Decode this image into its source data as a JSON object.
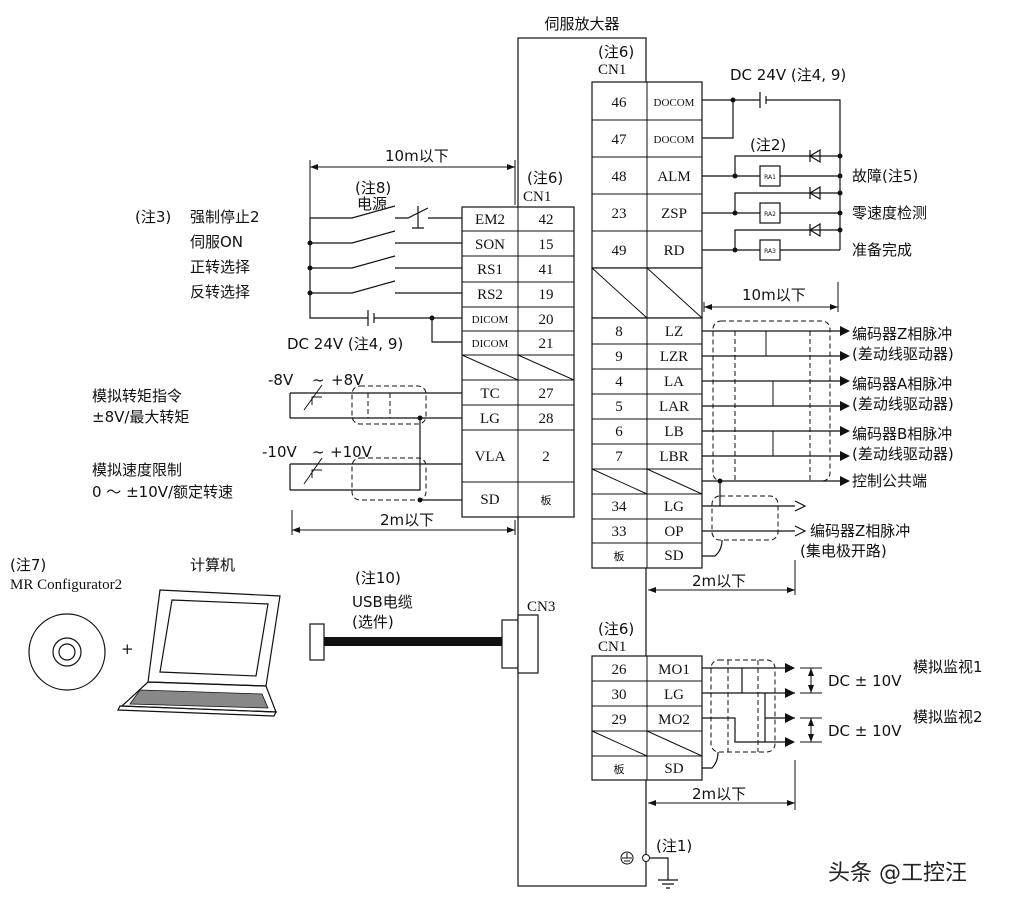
{
  "title": "伺服放大器",
  "cn1_top": {
    "note": "(注6)",
    "label": "CN1",
    "power": "DC 24V (注4, 9)",
    "rows": [
      {
        "pin": "46",
        "signal": "DOCOM"
      },
      {
        "pin": "47",
        "signal": "DOCOM"
      },
      {
        "pin": "48",
        "signal": "ALM"
      },
      {
        "pin": "23",
        "signal": "ZSP"
      },
      {
        "pin": "49",
        "signal": "RD"
      }
    ],
    "relay_note": "(注2)",
    "relays": [
      "RA1",
      "RA2",
      "RA3"
    ],
    "outputs": [
      "故障(注5)",
      "零速度检测",
      "准备完成"
    ],
    "distance": "10m以下"
  },
  "cn1_left": {
    "note": "(注6)",
    "label": "CN1",
    "distance_top": "10m以下",
    "power_note": "(注8)",
    "power_label": "电源",
    "group_note": "(注3)",
    "inputs": [
      "强制停止2",
      "伺服ON",
      "正转选择",
      "反转选择"
    ],
    "dc_label": "DC 24V (注4, 9)",
    "rows": [
      {
        "pin": "42",
        "signal": "EM2"
      },
      {
        "pin": "15",
        "signal": "SON"
      },
      {
        "pin": "41",
        "signal": "RS1"
      },
      {
        "pin": "19",
        "signal": "RS2"
      },
      {
        "pin": "20",
        "signal": "DICOM"
      },
      {
        "pin": "21",
        "signal": "DICOM"
      },
      {
        "pin": "27",
        "signal": "TC"
      },
      {
        "pin": "28",
        "signal": "LG"
      },
      {
        "pin": "2",
        "signal": "VLA"
      },
      {
        "pin": "板",
        "signal": "SD"
      }
    ],
    "analog1_label": [
      "模拟转矩指令",
      "±8V/最大转矩"
    ],
    "analog1_range": [
      "-8V",
      "~",
      "+8V"
    ],
    "analog2_label": [
      "模拟速度限制",
      "0 ～ ±10V/额定转速"
    ],
    "analog2_range": [
      "-10V",
      "~",
      "+10V"
    ],
    "distance_bottom": "2m以下"
  },
  "cn1_encoder": {
    "rows": [
      {
        "pin": "8",
        "signal": "LZ"
      },
      {
        "pin": "9",
        "signal": "LZR"
      },
      {
        "pin": "4",
        "signal": "LA"
      },
      {
        "pin": "5",
        "signal": "LAR"
      },
      {
        "pin": "6",
        "signal": "LB"
      },
      {
        "pin": "7",
        "signal": "LBR"
      },
      {
        "pin": "34",
        "signal": "LG"
      },
      {
        "pin": "33",
        "signal": "OP"
      },
      {
        "pin": "板",
        "signal": "SD"
      }
    ],
    "outputs": [
      [
        "编码器Z相脉冲",
        "(差动线驱动器)"
      ],
      [
        "编码器A相脉冲",
        "(差动线驱动器)"
      ],
      [
        "编码器B相脉冲",
        "(差动线驱动器)"
      ]
    ],
    "common": "控制公共端",
    "op_output": [
      "编码器Z相脉冲",
      "(集电极开路)"
    ],
    "distance": "2m以下"
  },
  "pc": {
    "note": "(注7)",
    "software": "MR Configurator2",
    "plus": "+",
    "computer": "计算机",
    "cable_note": "(注10)",
    "cable": "USB电缆",
    "cable_option": "(选件)",
    "connector": "CN3"
  },
  "cn1_monitor": {
    "note": "(注6)",
    "label": "CN1",
    "rows": [
      {
        "pin": "26",
        "signal": "MO1"
      },
      {
        "pin": "30",
        "signal": "LG"
      },
      {
        "pin": "29",
        "signal": "MO2"
      },
      {
        "pin": "板",
        "signal": "SD"
      }
    ],
    "dc1": "DC ± 10V",
    "dc2": "DC ± 10V",
    "out1": "模拟监视1",
    "out2": "模拟监视2",
    "distance": "2m以下"
  },
  "ground_note": "(注1)",
  "watermark": "头条 @工控汪"
}
